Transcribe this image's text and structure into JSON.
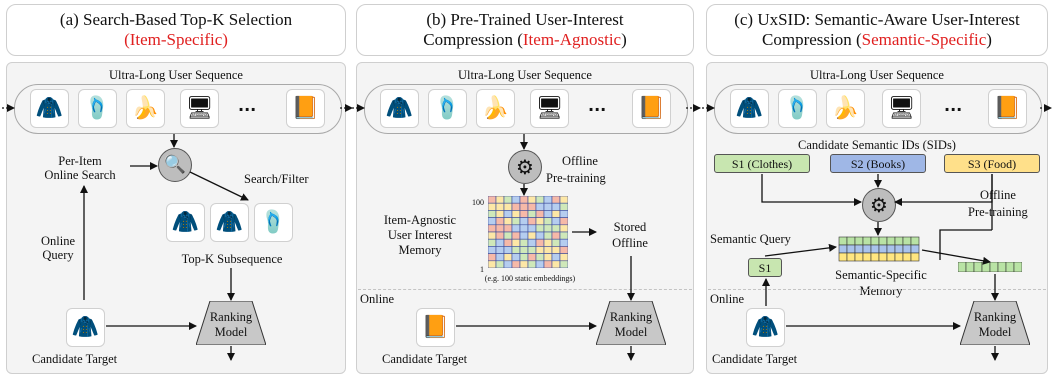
{
  "panels": [
    {
      "title_main": "(a) Search-Based Top-K Selection",
      "title_tag": "Item-Specific",
      "title_tag_open": "(",
      "title_tag_close": ")",
      "sequence_label": "Ultra-Long User Sequence",
      "labels": {
        "per_item": "Per-Item",
        "online_search": "Online Search",
        "search_filter": "Search/Filter",
        "online": "Online",
        "query": "Query",
        "topk": "Top-K Subsequence",
        "ranking": "Ranking",
        "model": "Model",
        "candidate": "Candidate Target"
      }
    },
    {
      "title_line1": "(b) Pre-Trained User-Interest",
      "title_line2": "Compression",
      "title_tag": "Item-Agnostic",
      "title_tag_open": "(",
      "title_tag_close": ")",
      "sequence_label": "Ultra-Long User Sequence",
      "labels": {
        "offline": "Offline",
        "pretraining": "Pre-training",
        "item_agnostic": "Item-Agnostic",
        "user_interest": "User Interest",
        "memory": "Memory",
        "stored": "Stored",
        "offline2": "Offline",
        "axis_top": "100",
        "axis_bottom": "1",
        "note": "(e.g. 100 static embeddings)",
        "online": "Online",
        "ranking": "Ranking",
        "model": "Model",
        "candidate": "Candidate Target"
      }
    },
    {
      "title_line1": "(c) UxSID: Semantic-Aware User-Interest",
      "title_line2": "Compression",
      "title_tag": "Semantic-Specific",
      "title_tag_open": "(",
      "title_tag_close": ")",
      "sequence_label": "Ultra-Long User Sequence",
      "labels": {
        "candidate_sids": "Candidate Semantic IDs (SIDs)",
        "s1": "S1 (Clothes)",
        "s2": "S2 (Books)",
        "s3": "S3 (Food)",
        "offline": "Offline",
        "pretraining": "Pre-training",
        "semantic_query": "Semantic Query",
        "s1_short": "S1",
        "semantic_specific": "Semantic-Specific",
        "memory": "Memory",
        "online": "Online",
        "ranking": "Ranking",
        "model": "Model",
        "candidate": "Candidate Target"
      }
    }
  ],
  "ellipsis": "...",
  "icons": {
    "jacket": "🧥",
    "flip_flops": "🩴",
    "banana": "🍌",
    "computer": "🖥",
    "book": "📙",
    "magnifier": "🔍",
    "gear": "⚙"
  },
  "colors": {
    "accent_red": "#e02020",
    "sid_clothes": "#c8e6b0",
    "sid_books": "#9fb7e6",
    "sid_food": "#ffe08a",
    "memory_green": "#b9e3a5",
    "memory_yellow": "#ffe680",
    "memory_blue": "#a9c3ec",
    "grid_colors": [
      "#f6b9a8",
      "#b5cdef",
      "#cfe8b9",
      "#fde7a6"
    ]
  }
}
